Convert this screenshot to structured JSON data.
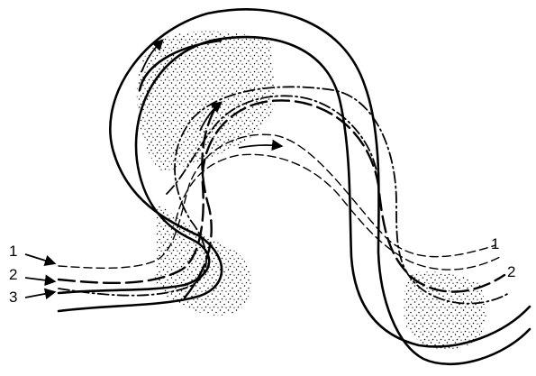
{
  "figure": {
    "left_labels": [
      "1",
      "2",
      "3"
    ],
    "right_labels": [
      "1",
      "2"
    ],
    "paths": [
      {
        "id": "1",
        "style": "dashed"
      },
      {
        "id": "2",
        "style": "long-dash"
      },
      {
        "id": "3",
        "style": "dash-dot"
      }
    ],
    "colors": {
      "ink": "#000000",
      "background": "#ffffff"
    }
  }
}
